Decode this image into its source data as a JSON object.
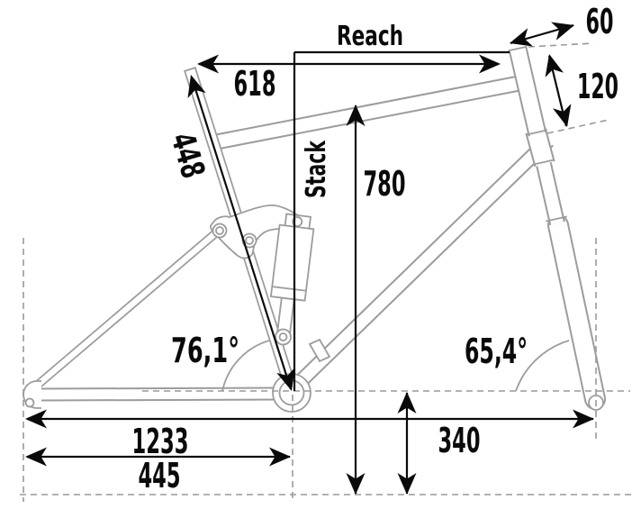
{
  "diagram": {
    "type": "bike-frame-geometry",
    "labels": {
      "reach": "Reach",
      "stack": "Stack"
    },
    "dimensions": {
      "top_tube_length": "618",
      "seat_tube_length": "448",
      "standover_height": "780",
      "head_tube_length": "120",
      "head_tube_top_offset": "60",
      "wheelbase": "1233",
      "chainstay_length": "445",
      "bb_height": "340",
      "seat_tube_angle": "76,1°",
      "head_tube_angle": "65,4°"
    },
    "colors": {
      "frame_outline": "#9c9c9c",
      "dimension_lines": "#0a0a0a",
      "guide_dashed": "#999999",
      "background": "#ffffff"
    }
  }
}
